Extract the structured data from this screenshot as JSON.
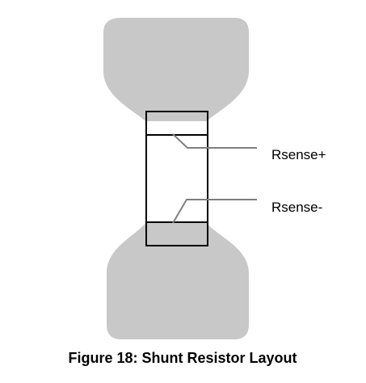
{
  "labels": {
    "sense_plus": "Rsense+",
    "sense_minus": "Rsense-"
  },
  "caption": "Figure 18: Shunt Resistor Layout",
  "colors": {
    "pad": "#c8c8c8",
    "outline": "#000000",
    "trace": "#7f7f7f",
    "text": "#000000"
  }
}
